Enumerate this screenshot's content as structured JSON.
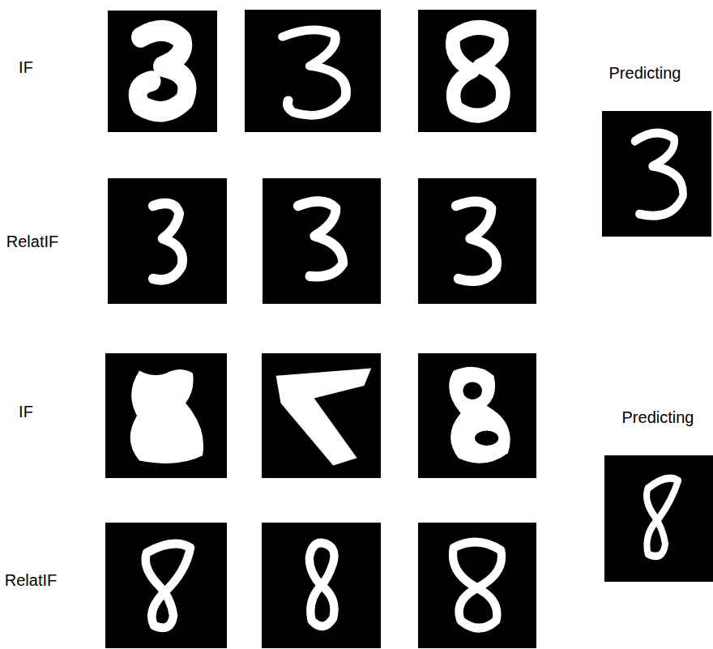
{
  "diagram": {
    "labels": [
      "IF",
      "Predicting",
      "RelatIF",
      "IF",
      "Predicting",
      "RelatIF"
    ]
  }
}
